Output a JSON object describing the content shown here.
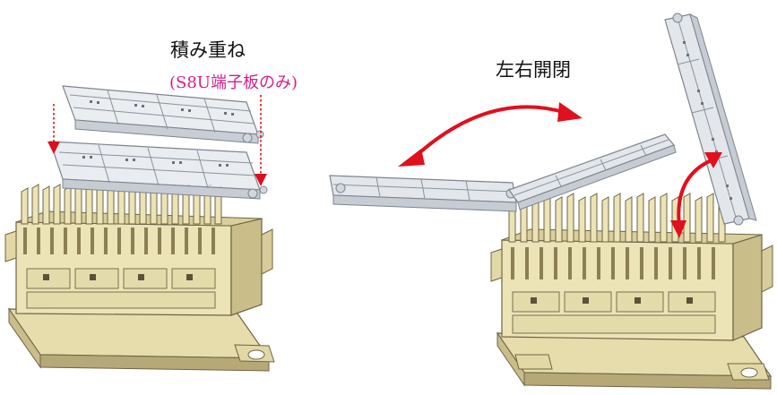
{
  "labels": {
    "stacking": "積み重ね",
    "stacking_note": "(S8U端子板のみ)",
    "left_right_open_close": "左右開閉"
  },
  "colors": {
    "body": "#ece3b6",
    "body_shadow": "#c9bd8a",
    "body_dark": "#a9996a",
    "outline": "#6e6444",
    "cover": "#dfe3e8",
    "cover_outline": "#7d8590",
    "arrow_red": "#e0101c",
    "note_text": "#d4208a",
    "guide_red": "#d81020"
  }
}
